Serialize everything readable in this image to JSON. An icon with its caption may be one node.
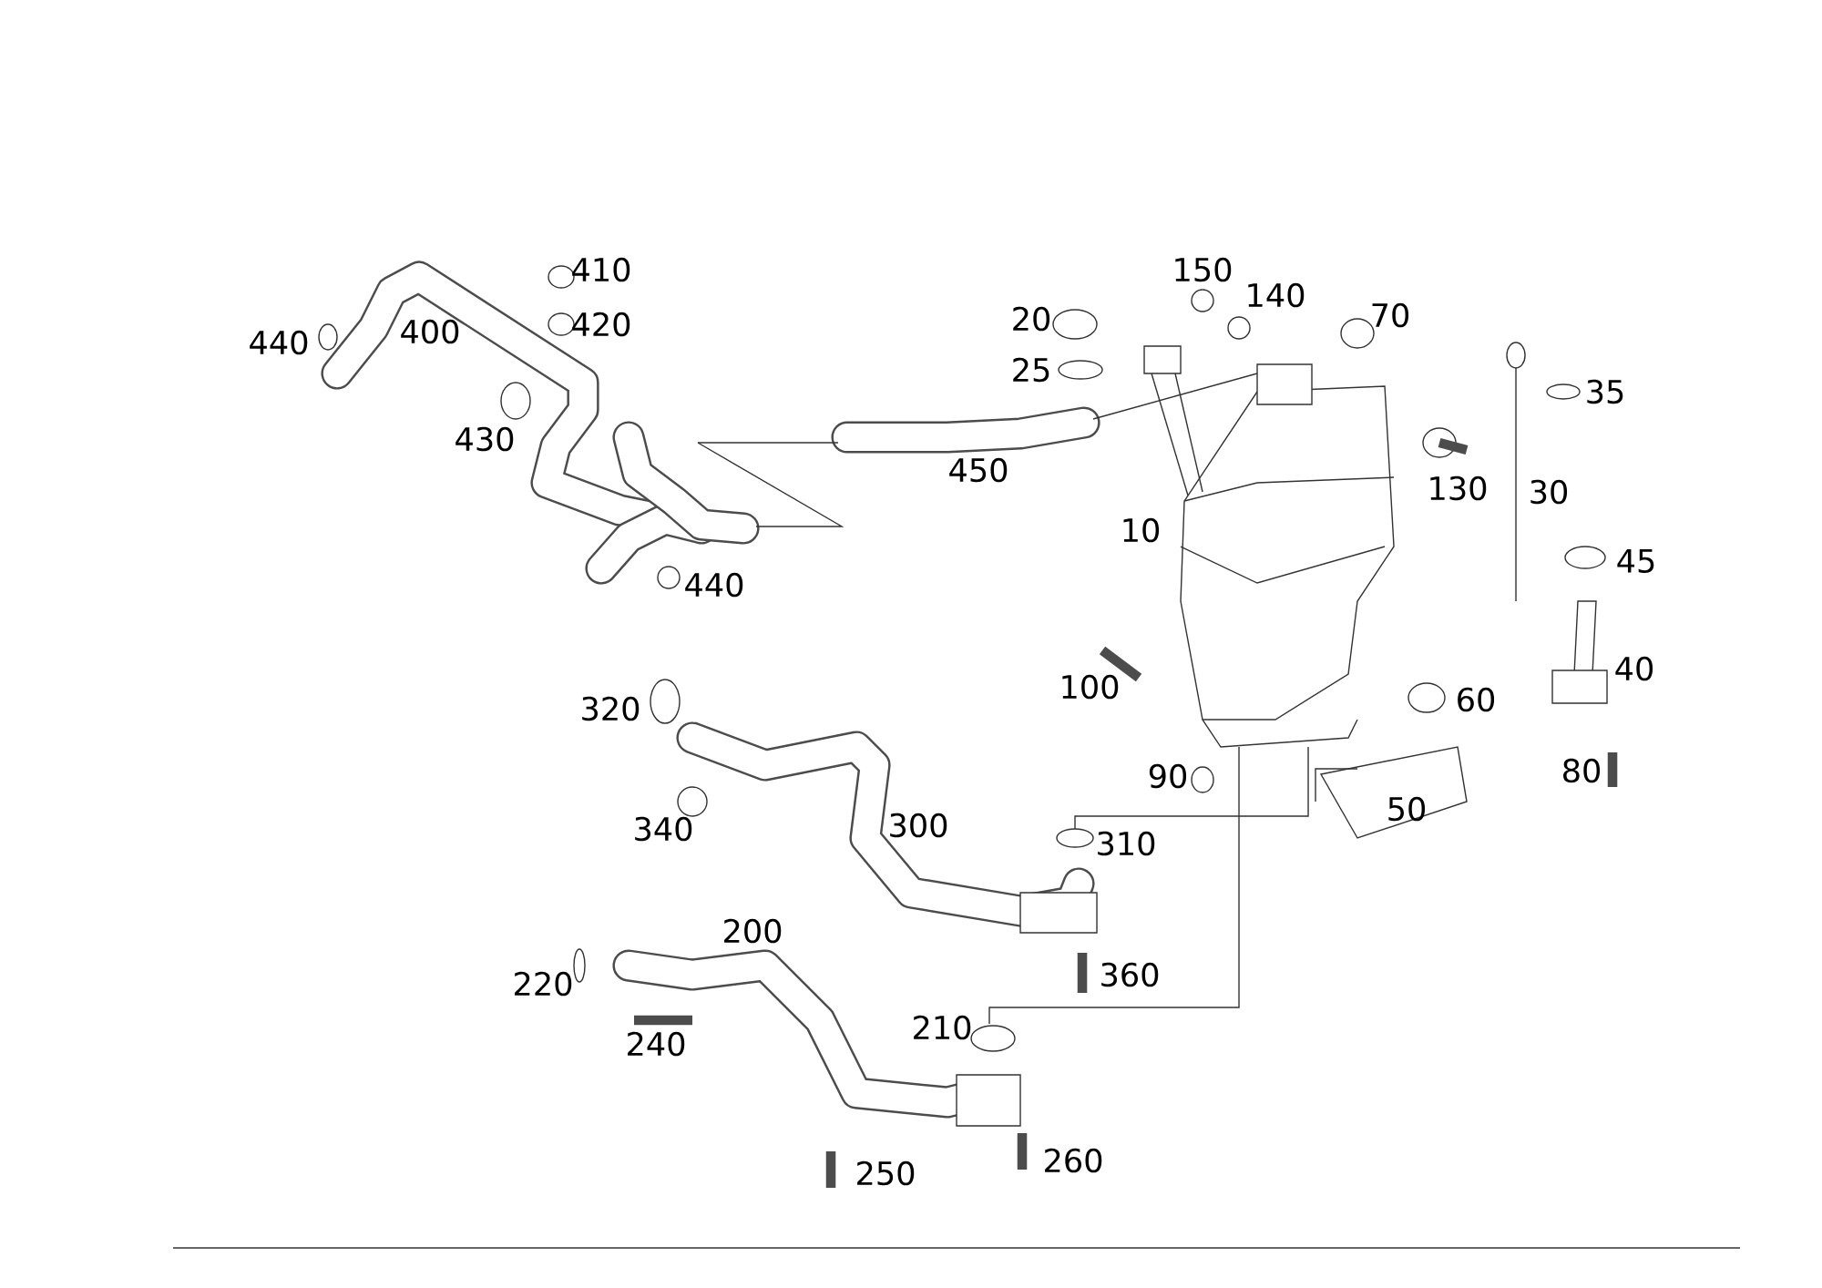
{
  "diagram": {
    "labels": [
      "410",
      "150",
      "140",
      "20",
      "70",
      "420",
      "440",
      "400",
      "25",
      "35",
      "450",
      "430",
      "130",
      "30",
      "10",
      "45",
      "440",
      "40",
      "100",
      "60",
      "320",
      "90",
      "80",
      "50",
      "300",
      "340",
      "310",
      "200",
      "360",
      "220",
      "210",
      "240",
      "250",
      "260"
    ]
  }
}
